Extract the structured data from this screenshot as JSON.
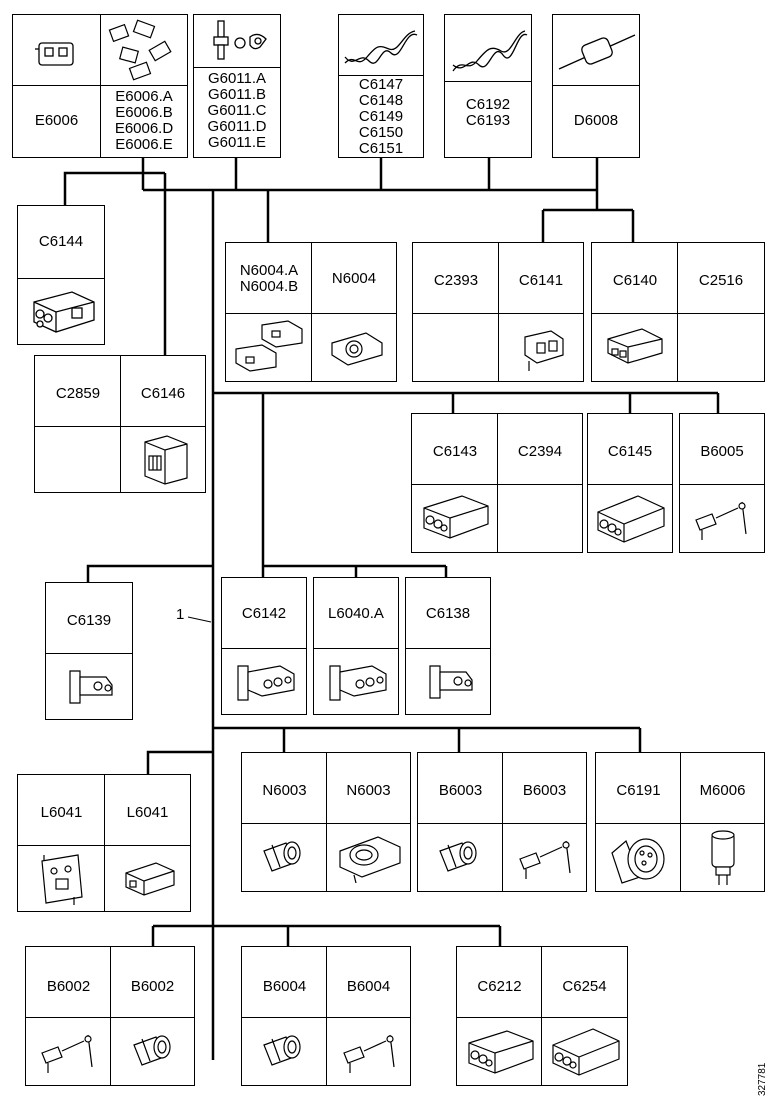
{
  "callout": "1",
  "doc_number": "327781",
  "boxes": {
    "e6006": {
      "left": "E6006",
      "right": "E6006.A\nE6006.B\nE6006.D\nE6006.E"
    },
    "g6011": {
      "label": "G6011.A\nG6011.B\nG6011.C\nG6011.D\nG6011.E"
    },
    "c6147": {
      "label": "C6147\nC6148\nC6149\nC6150\nC6151"
    },
    "c6192": {
      "label": "C6192\nC6193"
    },
    "d6008": {
      "label": "D6008"
    },
    "c6144": {
      "label": "C6144"
    },
    "n6004": {
      "left": "N6004.A\nN6004.B",
      "right": "N6004"
    },
    "c2393": {
      "left": "C2393",
      "right": "C6141"
    },
    "c6140": {
      "left": "C6140",
      "right": "C2516"
    },
    "c2859": {
      "left": "C2859",
      "right": "C6146"
    },
    "c6143": {
      "left": "C6143",
      "right": "C2394"
    },
    "c6145": {
      "label": "C6145"
    },
    "b6005": {
      "label": "B6005"
    },
    "c6139": {
      "label": "C6139"
    },
    "c6142": {
      "label": "C6142"
    },
    "l6040": {
      "label": "L6040.A"
    },
    "c6138": {
      "label": "C6138"
    },
    "n6003": {
      "left": "N6003",
      "right": "N6003"
    },
    "b6003": {
      "left": "B6003",
      "right": "B6003"
    },
    "c6191": {
      "left": "C6191",
      "right": "M6006"
    },
    "l6041": {
      "left": "L6041",
      "right": "L6041"
    },
    "b6002": {
      "left": "B6002",
      "right": "B6002"
    },
    "b6004": {
      "left": "B6004",
      "right": "B6004"
    },
    "c6212": {
      "left": "C6212",
      "right": "C6254"
    }
  }
}
